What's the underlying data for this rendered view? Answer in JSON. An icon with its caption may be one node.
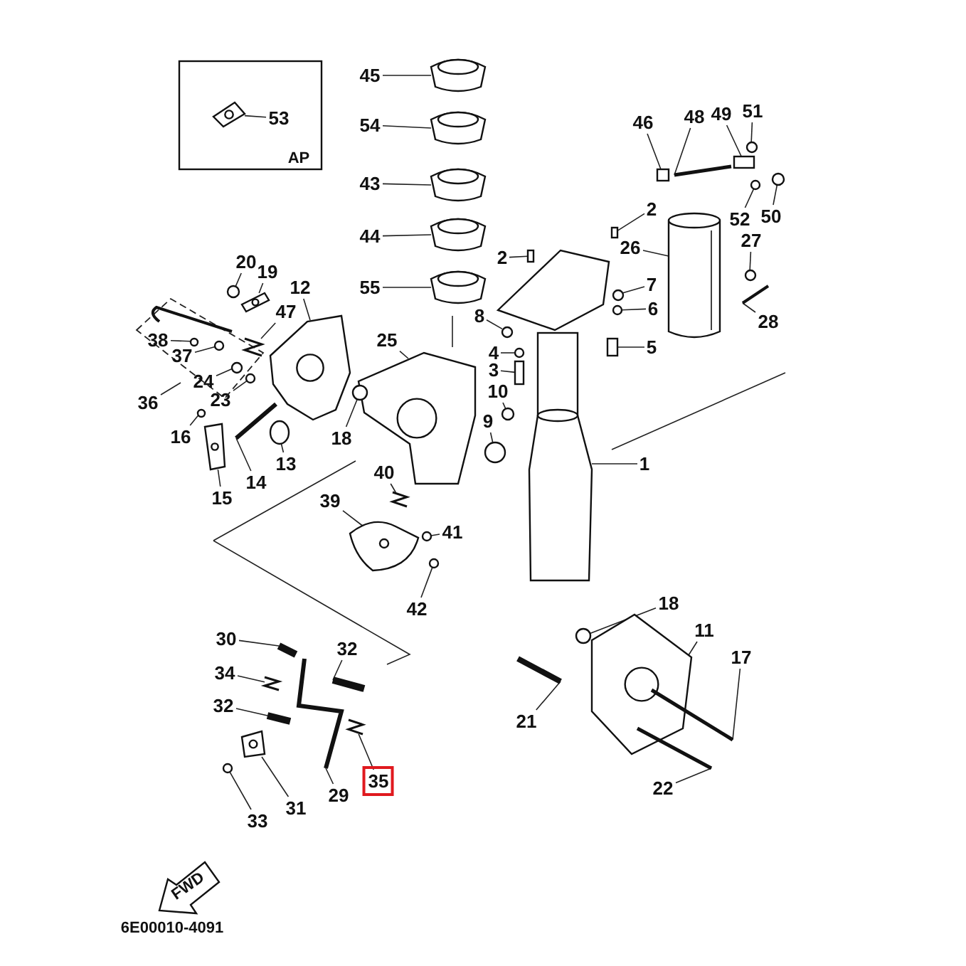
{
  "diagram": {
    "nodes": [
      {
        "text": [
          "45"
        ]
      },
      {
        "text": [
          "54"
        ]
      },
      {
        "text": [
          "43"
        ]
      },
      {
        "text": [
          "44"
        ]
      },
      {
        "text": [
          "55"
        ]
      },
      {
        "text": [
          "53"
        ]
      },
      {
        "text": [
          "46"
        ]
      },
      {
        "text": [
          "48"
        ]
      },
      {
        "text": [
          "49"
        ]
      },
      {
        "text": [
          "51"
        ]
      },
      {
        "text": [
          "2"
        ]
      },
      {
        "text": [
          "52"
        ]
      },
      {
        "text": [
          "50"
        ]
      },
      {
        "text": [
          "26"
        ]
      },
      {
        "text": [
          "27"
        ]
      },
      {
        "text": [
          "20"
        ]
      },
      {
        "text": [
          "19"
        ]
      },
      {
        "text": [
          "12"
        ]
      },
      {
        "text": [
          "2"
        ]
      },
      {
        "text": [
          "7"
        ]
      },
      {
        "text": [
          "47"
        ]
      },
      {
        "text": [
          "8"
        ]
      },
      {
        "text": [
          "6"
        ]
      },
      {
        "text": [
          "25"
        ]
      },
      {
        "text": [
          "28"
        ]
      },
      {
        "text": [
          "38"
        ],
        "in": 89
      },
      {
        "text": [
          "37"
        ],
        "in": 89
      },
      {
        "text": [
          "5"
        ]
      },
      {
        "text": [
          "4"
        ]
      },
      {
        "text": [
          "3"
        ]
      },
      {
        "text": [
          "24"
        ],
        "in": 89
      },
      {
        "text": [
          "36"
        ]
      },
      {
        "text": [
          "10"
        ]
      },
      {
        "text": [
          "23"
        ]
      },
      {
        "text": [
          "9"
        ]
      },
      {
        "text": [
          "18"
        ]
      },
      {
        "text": [
          "16"
        ]
      },
      {
        "text": [
          "13"
        ]
      },
      {
        "text": [
          "1"
        ]
      },
      {
        "text": [
          "40"
        ]
      },
      {
        "text": [
          "14"
        ]
      },
      {
        "text": [
          "15"
        ]
      },
      {
        "text": [
          "39"
        ]
      },
      {
        "text": [
          "41"
        ]
      },
      {
        "text": [
          "18"
        ]
      },
      {
        "text": [
          "42"
        ]
      },
      {
        "text": [
          "11"
        ]
      },
      {
        "text": [
          "30"
        ]
      },
      {
        "text": [
          "32"
        ]
      },
      {
        "text": [
          "17"
        ]
      },
      {
        "text": [
          "34"
        ]
      },
      {
        "text": [
          "32"
        ]
      },
      {
        "text": [
          "21"
        ]
      },
      {
        "text": [
          "35"
        ]
      },
      {
        "text": [
          "22"
        ]
      },
      {
        "text": [
          "29"
        ]
      },
      {
        "text": [
          "31"
        ]
      },
      {
        "text": [
          "33"
        ]
      },
      {
        "text": [],
        "shape": "picture"
      },
      {
        "text": [],
        "shape": "picture"
      },
      {
        "text": [],
        "shape": "picture"
      },
      {
        "text": [],
        "shape": "picture"
      },
      {
        "text": [],
        "shape": "picture"
      },
      {
        "text": [],
        "shape": "picture"
      },
      {
        "text": [],
        "shape": "box"
      },
      {
        "text": [],
        "shape": "bar"
      },
      {
        "text": [],
        "shape": "box"
      },
      {
        "text": [],
        "shape": "circle"
      },
      {
        "text": [],
        "shape": "box"
      },
      {
        "text": [],
        "shape": "circle"
      },
      {
        "text": [],
        "shape": "circle"
      },
      {
        "text": [],
        "shape": "picture"
      },
      {
        "text": [],
        "shape": "circle"
      },
      {
        "text": [],
        "shape": "circle"
      },
      {
        "text": [],
        "shape": "picture"
      },
      {
        "text": [],
        "shape": "picture"
      },
      {
        "text": [],
        "shape": "box"
      },
      {
        "text": [],
        "shape": "circle"
      },
      {
        "text": [],
        "shape": "picture",
        "in": 89
      },
      {
        "text": [],
        "shape": "circle"
      },
      {
        "text": [],
        "shape": "circle"
      },
      {
        "text": [],
        "shape": "picture"
      },
      {
        "text": [],
        "shape": "bar"
      },
      {
        "text": [],
        "shape": "circle",
        "in": 89
      },
      {
        "text": [],
        "shape": "circle",
        "in": 89
      },
      {
        "text": [],
        "shape": "box"
      },
      {
        "text": [],
        "shape": "circle"
      },
      {
        "text": [],
        "shape": "box"
      },
      {
        "text": [],
        "shape": "circle",
        "in": 89
      },
      {
        "text": [],
        "shape": "picture"
      },
      {
        "text": [],
        "shape": "circle"
      },
      {
        "text": [],
        "shape": "circle",
        "in": 89
      },
      {
        "text": [],
        "shape": "circle"
      },
      {
        "text": [],
        "shape": "circle"
      },
      {
        "text": [],
        "shape": "circle"
      },
      {
        "text": [],
        "shape": "circle"
      },
      {
        "text": [],
        "shape": "picture"
      },
      {
        "text": [],
        "shape": "picture"
      },
      {
        "text": [],
        "shape": "bar"
      },
      {
        "text": [],
        "shape": "picture"
      },
      {
        "text": [],
        "shape": "picture"
      },
      {
        "text": [],
        "shape": "circle"
      },
      {
        "text": [],
        "shape": "circle"
      },
      {
        "text": [],
        "shape": "circle"
      },
      {
        "text": [],
        "shape": "picture"
      },
      {
        "text": [],
        "shape": "bar"
      },
      {
        "text": [],
        "shape": "bar"
      },
      {
        "text": [],
        "shape": "bar"
      },
      {
        "text": [],
        "shape": "picture"
      },
      {
        "text": [],
        "shape": "bar"
      },
      {
        "text": [],
        "shape": "bar"
      },
      {
        "text": [],
        "shape": "picture"
      },
      {
        "text": [],
        "shape": "bar"
      },
      {
        "text": [],
        "shape": "picture"
      },
      {
        "text": [],
        "shape": "picture"
      },
      {
        "text": [],
        "shape": "circle"
      },
      {
        "text": [
          "FWD"
        ]
      }
    ],
    "edges": [
      {
        "from": 0,
        "to": 58,
        "arrow": "none"
      },
      {
        "from": 1,
        "to": 59,
        "arrow": "none"
      },
      {
        "from": 2,
        "to": 60,
        "arrow": "none"
      },
      {
        "from": 3,
        "to": 61,
        "arrow": "none"
      },
      {
        "from": 4,
        "to": 62,
        "arrow": "none"
      },
      {
        "from": 5,
        "to": 63,
        "arrow": "none"
      },
      {
        "from": 6,
        "to": 64,
        "arrow": "none"
      },
      {
        "from": 7,
        "to": 65,
        "arrow": "none"
      },
      {
        "from": 8,
        "to": 66,
        "arrow": "none"
      },
      {
        "from": 9,
        "to": 67,
        "arrow": "none"
      },
      {
        "from": 10,
        "to": 68,
        "arrow": "none"
      },
      {
        "from": 11,
        "to": 69,
        "arrow": "none"
      },
      {
        "from": 12,
        "to": 70,
        "arrow": "none"
      },
      {
        "from": 13,
        "to": 71,
        "arrow": "none"
      },
      {
        "from": 14,
        "to": 72,
        "arrow": "none"
      },
      {
        "from": 15,
        "to": 73,
        "arrow": "none"
      },
      {
        "from": 16,
        "to": 74,
        "arrow": "none"
      },
      {
        "from": 17,
        "to": 75,
        "arrow": "none"
      },
      {
        "from": 18,
        "to": 76,
        "arrow": "none"
      },
      {
        "from": 19,
        "to": 77,
        "arrow": "none"
      },
      {
        "from": 20,
        "to": 78,
        "arrow": "none"
      },
      {
        "from": 21,
        "to": 79,
        "arrow": "none"
      },
      {
        "from": 22,
        "to": 80,
        "arrow": "none"
      },
      {
        "from": 23,
        "to": 81,
        "arrow": "none"
      },
      {
        "from": 24,
        "to": 82,
        "arrow": "none"
      },
      {
        "from": 25,
        "to": 83,
        "arrow": "none"
      },
      {
        "from": 26,
        "to": 84,
        "arrow": "none"
      },
      {
        "from": 27,
        "to": 85,
        "arrow": "none"
      },
      {
        "from": 28,
        "to": 86,
        "arrow": "none"
      },
      {
        "from": 29,
        "to": 87,
        "arrow": "none"
      },
      {
        "from": 30,
        "to": 88,
        "arrow": "none"
      },
      {
        "from": 31,
        "to": 89,
        "arrow": "none"
      },
      {
        "from": 32,
        "to": 90,
        "arrow": "none"
      },
      {
        "from": 33,
        "to": 91,
        "arrow": "none"
      },
      {
        "from": 34,
        "to": 92,
        "arrow": "none"
      },
      {
        "from": 35,
        "to": 93,
        "arrow": "none"
      },
      {
        "from": 36,
        "to": 94,
        "arrow": "none"
      },
      {
        "from": 37,
        "to": 95,
        "arrow": "none"
      },
      {
        "from": 38,
        "to": 96,
        "arrow": "none"
      },
      {
        "from": 39,
        "to": 97,
        "arrow": "none"
      },
      {
        "from": 40,
        "to": 98,
        "arrow": "none"
      },
      {
        "from": 41,
        "to": 99,
        "arrow": "none"
      },
      {
        "from": 42,
        "to": 100,
        "arrow": "none"
      },
      {
        "from": 43,
        "to": 101,
        "arrow": "none"
      },
      {
        "from": 44,
        "to": 102,
        "arrow": "none"
      },
      {
        "from": 45,
        "to": 103,
        "arrow": "none"
      },
      {
        "from": 46,
        "to": 104,
        "arrow": "none"
      },
      {
        "from": 47,
        "to": 105,
        "arrow": "none"
      },
      {
        "from": 48,
        "to": 106,
        "arrow": "none"
      },
      {
        "from": 49,
        "to": 107,
        "arrow": "none"
      },
      {
        "from": 50,
        "to": 108,
        "arrow": "none"
      },
      {
        "from": 51,
        "to": 109,
        "arrow": "none"
      },
      {
        "from": 52,
        "to": 110,
        "arrow": "none"
      },
      {
        "from": 53,
        "to": 111,
        "arrow": "none"
      },
      {
        "from": 54,
        "to": 112,
        "arrow": "none"
      },
      {
        "from": 55,
        "to": 113,
        "arrow": "none"
      },
      {
        "from": 56,
        "to": 114,
        "arrow": "none"
      },
      {
        "from": 57,
        "to": 115,
        "arrow": "none"
      }
    ],
    "labels": [
      "AP",
      "6E00010-4091"
    ]
  }
}
